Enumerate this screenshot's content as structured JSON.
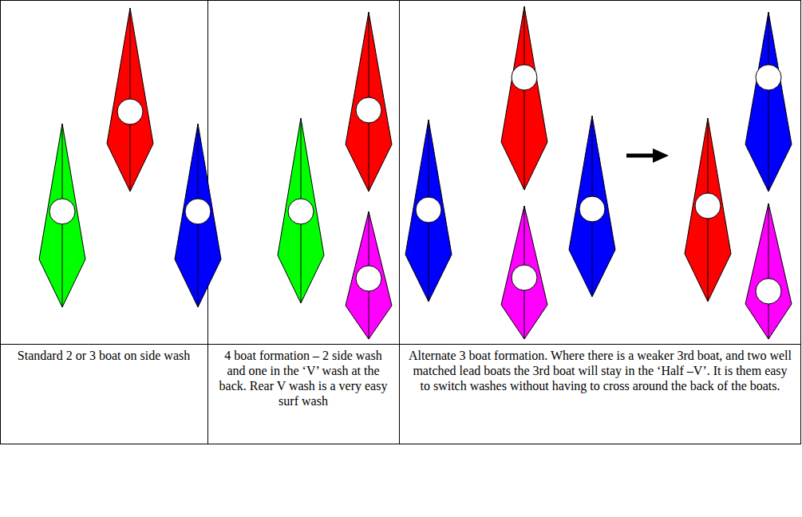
{
  "diagram": {
    "labels": [
      "Standard 2 or 3 boat on side wash",
      "4 boat formation – 2 side wash and one in the ‘V’ wash at the back. Rear V wash is a very easy surf wash",
      "Alternate 3 boat formation. Where there is a weaker 3rd boat, and two well matched lead boats the 3rd boat will stay in the ‘Half –V’. It is them easy to switch washes without having to cross around the back of the boats."
    ]
  }
}
